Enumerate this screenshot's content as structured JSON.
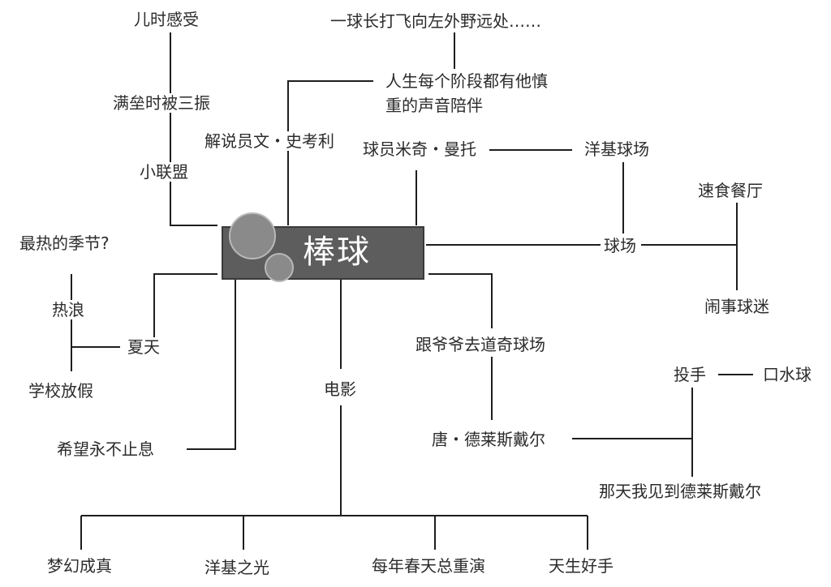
{
  "center": {
    "label": "棒球"
  },
  "nodes": {
    "childhood_feeling": "儿时感受",
    "strikeout": "满垒时被三振",
    "little_league": "小联盟",
    "far_ball": "一球长打飞向左外野远处……",
    "voice_line1": "人生每个阶段都有他慎",
    "voice_line2": "重的声音陪伴",
    "announcer": "解说员文・史考利",
    "player": "球员米奇・曼托",
    "yankee_stadium": "洋基球场",
    "fast_food": "速食餐厅",
    "ballpark": "球场",
    "rowdy_fans": "闹事球迷",
    "hottest_season": "最热的季节?",
    "heat_wave": "热浪",
    "summer": "夏天",
    "school_break": "学校放假",
    "hope": "希望永不止息",
    "movie": "电影",
    "dodger_trip": "跟爷爷去道奇球场",
    "pitcher": "投手",
    "spitball": "口水球",
    "drysdale": "唐・德莱斯戴尔",
    "saw_drysdale": "那天我见到德莱斯戴尔",
    "field_of_dreams": "梦幻成真",
    "pride_of_yankees": "洋基之光",
    "spring_replay": "每年春天总重演",
    "the_natural": "天生好手"
  },
  "colors": {
    "center_fill": "#5d5d5d",
    "bubble_fill": "#8a8a8a",
    "line": "#1e1e1e",
    "text": "#2b2b2b"
  }
}
